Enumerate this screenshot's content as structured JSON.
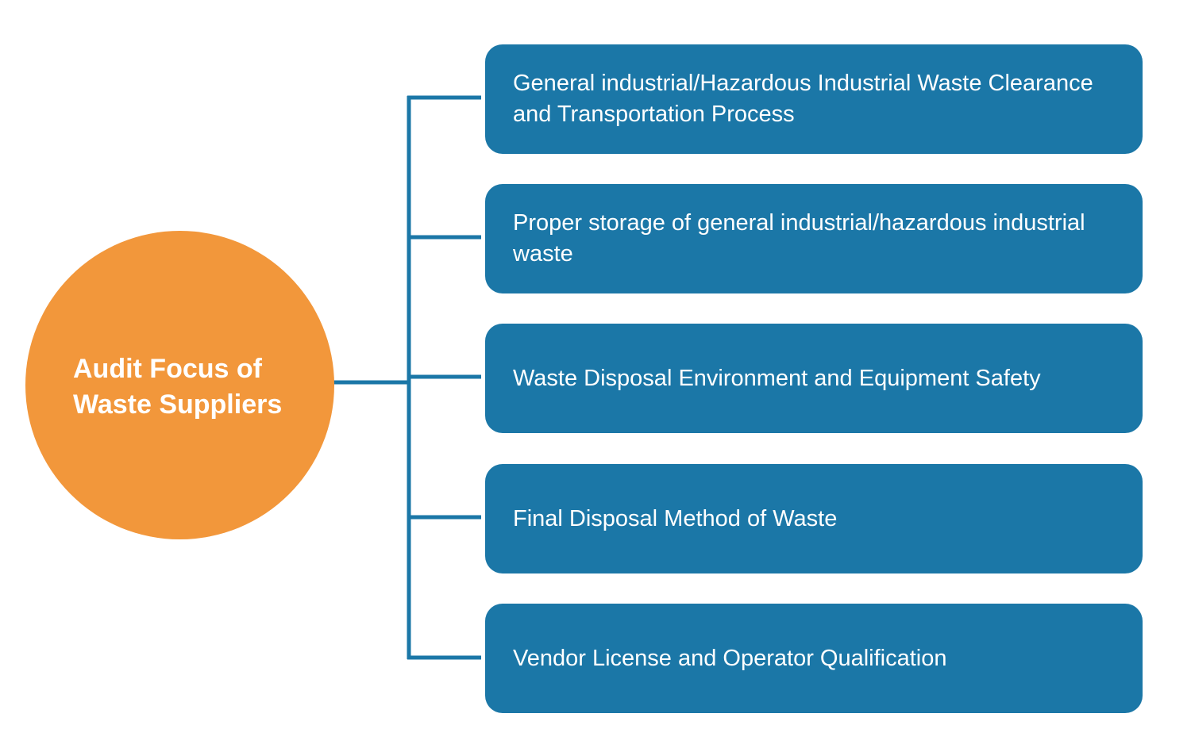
{
  "diagram": {
    "hub": {
      "title": "Audit Focus of Waste Suppliers",
      "color": "#f2973b"
    },
    "branch_color": "#1b77a7",
    "items": [
      {
        "label": "General industrial/Hazardous Industrial Waste Clearance and Transportation Process"
      },
      {
        "label": "Proper storage of general industrial/hazardous industrial waste"
      },
      {
        "label": "Waste Disposal Environment and Equipment Safety"
      },
      {
        "label": "Final Disposal Method of Waste"
      },
      {
        "label": "Vendor License and Operator Qualification"
      }
    ]
  }
}
